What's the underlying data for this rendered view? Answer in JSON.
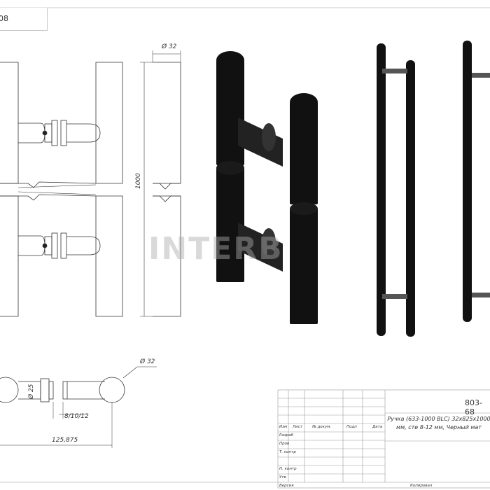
{
  "drawing_code": "08",
  "watermark": "INTERB",
  "dimensions": {
    "diameter_top": "Ø 32",
    "height": "1000",
    "diameter_bottom": "Ø 32",
    "diameter_inner": "Ø 25",
    "glass_thickness": "8/10/12",
    "overall_depth": "125,875"
  },
  "title_block": {
    "doc_number": "803-68",
    "title": "Ручка (633-1000 BLC) 32х825х1000 мм, сте 8-12 мм, Черный мат",
    "headers": [
      "Изм",
      "Лист",
      "№ докум.",
      "Подп",
      "Дата"
    ],
    "rows": [
      "Разраб",
      "Пров",
      "Т. контр",
      "Н. контр",
      "Утв"
    ],
    "footer_left": "Версия",
    "footer_right": "Копировал"
  },
  "colors": {
    "line": "#333333",
    "metal": "#111111",
    "frame": "#c8c8c8"
  }
}
